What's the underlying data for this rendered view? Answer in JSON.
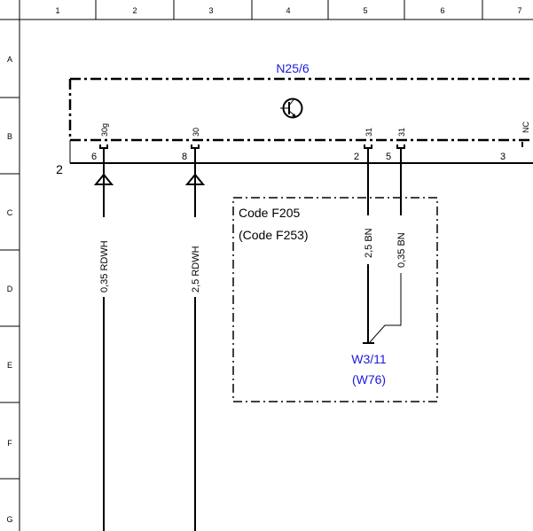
{
  "ruler": {
    "columns": [
      "1",
      "2",
      "3",
      "4",
      "5",
      "6",
      "7"
    ],
    "rows": [
      "A",
      "B",
      "C",
      "D",
      "E",
      "F",
      "G"
    ]
  },
  "component": {
    "id": "N25/6",
    "connector_number": "2",
    "symbol": "transistor-icon"
  },
  "pins": [
    {
      "signal": "30g",
      "pin": "6"
    },
    {
      "signal": "30",
      "pin": "8"
    },
    {
      "signal": "31",
      "pin": "2"
    },
    {
      "signal": "31",
      "pin": "5"
    },
    {
      "signal": "NC",
      "pin": "3"
    }
  ],
  "wires": [
    "0,35 RDWH",
    "2,5 RDWH",
    "2,5 BN",
    "0,35 BN"
  ],
  "code_box": {
    "line1": "Code F205",
    "line2": "(Code F253)"
  },
  "ground": {
    "id": "W3/11",
    "alt": "(W76)"
  },
  "colors": {
    "label_blue": "#1a1adc",
    "line": "#000000"
  }
}
